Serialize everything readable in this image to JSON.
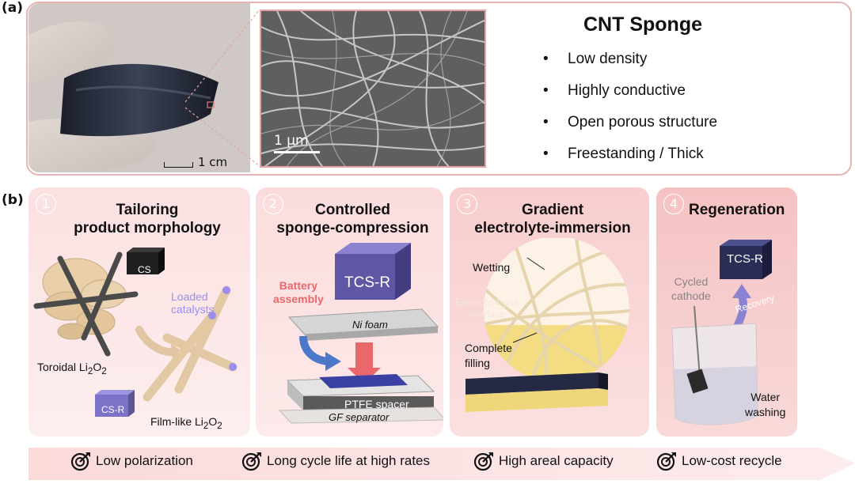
{
  "panel_a": {
    "label": "(a)",
    "photo_scale": "1 cm",
    "sem_scale": "1 μm",
    "title": "CNT Sponge",
    "bullets": [
      "Low density",
      "Highly conductive",
      "Open porous structure",
      "Freestanding / Thick"
    ]
  },
  "panel_b": {
    "label": "(b)",
    "steps": [
      {
        "num": "1",
        "title_line1": "Tailoring",
        "title_line2": "product morphology",
        "labels": {
          "cs": "CS",
          "loaded": "Loaded catalysts",
          "toroidal": "Toroidal Li",
          "toroidal_sub": "2",
          "toroidal_tail": "O",
          "toroidal_sub2": "2",
          "csr": "CS-R",
          "film": "Film-like Li",
          "film_sub": "2",
          "film_tail": "O",
          "film_sub2": "2"
        }
      },
      {
        "num": "2",
        "title_line1": "Controlled",
        "title_line2": "sponge-compression",
        "labels": {
          "tcsr": "TCS-R",
          "battery1": "Battery",
          "battery2": "assembly",
          "nifoam": "Ni foam",
          "ptfe": "PTFE spacer",
          "gf": "GF separator"
        }
      },
      {
        "num": "3",
        "title_line1": "Gradient",
        "title_line2": "electrolyte-immersion",
        "labels": {
          "wetting": "Wetting",
          "interface1": "Electrolyte-gas",
          "interface2": "interface",
          "complete1": "Complete",
          "complete2": "filling"
        }
      },
      {
        "num": "4",
        "title_line1": "Regeneration",
        "title_line2": "",
        "labels": {
          "tcsr": "TCS-R",
          "cycled1": "Cycled",
          "cycled2": "cathode",
          "recovery": "Recovery",
          "water1": "Water",
          "water2": "washing"
        }
      }
    ]
  },
  "banner": {
    "items": [
      "Low polarization",
      "Long cycle life at high rates",
      "High areal capacity",
      "Low-cost recycle"
    ]
  },
  "colors": {
    "frame": "#e9b3b3",
    "card_text_num": "#ffffff",
    "cube": "#5c5597",
    "catalyst": "#9d8df0",
    "arrow_red": "#e8686b"
  }
}
